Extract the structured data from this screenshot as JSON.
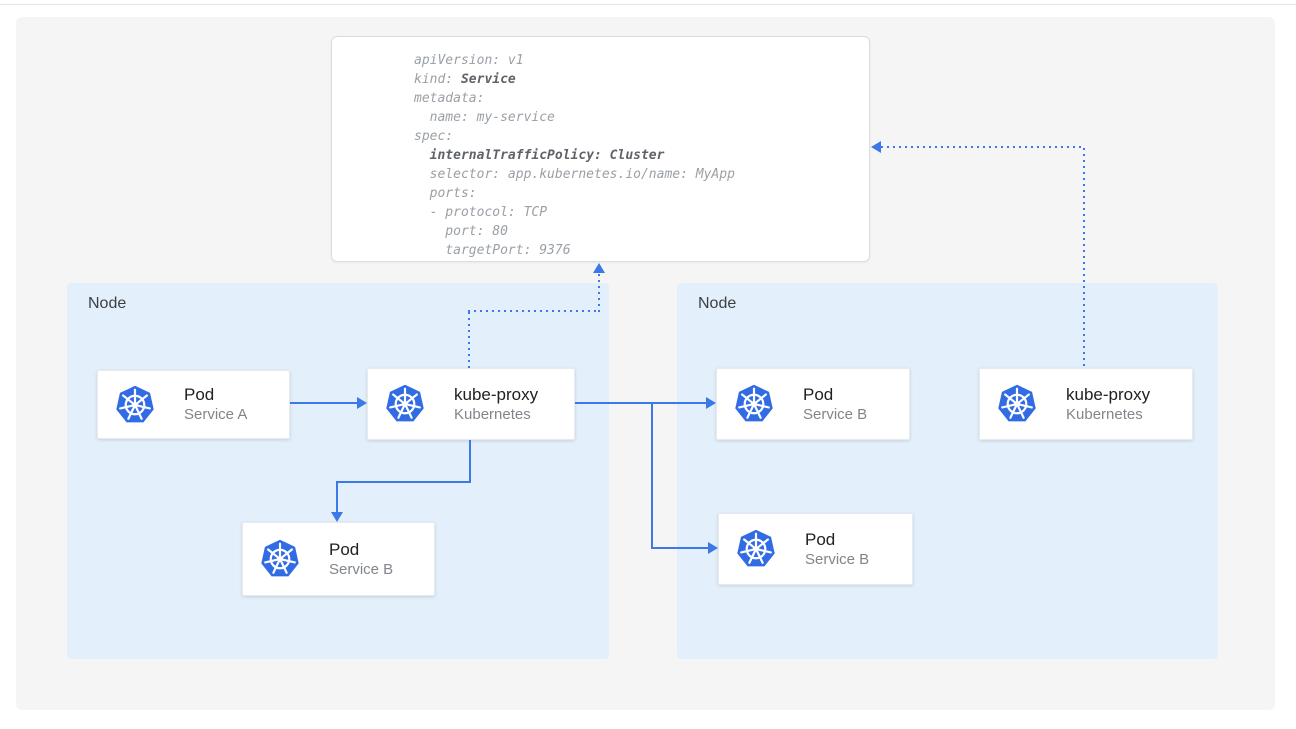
{
  "yaml_card": {
    "lines": [
      [
        {
          "t": "apiVersion: v1",
          "b": false
        }
      ],
      [
        {
          "t": "kind: ",
          "b": false
        },
        {
          "t": "Service",
          "b": true
        }
      ],
      [
        {
          "t": "metadata:",
          "b": false
        }
      ],
      [
        {
          "t": "  name: my-service",
          "b": false
        }
      ],
      [
        {
          "t": "spec:",
          "b": false
        }
      ],
      [
        {
          "t": "  ",
          "b": false
        },
        {
          "t": "internalTrafficPolicy: Cluster",
          "b": true
        }
      ],
      [
        {
          "t": "  selector: app.kubernetes.io/name: MyApp",
          "b": false
        }
      ],
      [
        {
          "t": "  ports:",
          "b": false
        }
      ],
      [
        {
          "t": "  - protocol: TCP",
          "b": false
        }
      ],
      [
        {
          "t": "    port: 80",
          "b": false
        }
      ],
      [
        {
          "t": "    targetPort: 9376",
          "b": false
        }
      ]
    ]
  },
  "nodes": {
    "left": {
      "label": "Node"
    },
    "right": {
      "label": "Node"
    }
  },
  "cards": {
    "pod_a": {
      "title": "Pod",
      "subtitle": "Service A"
    },
    "kube_proxy_left": {
      "title": "kube-proxy",
      "subtitle": "Kubernetes"
    },
    "pod_b_left": {
      "title": "Pod",
      "subtitle": "Service B"
    },
    "pod_b_right_top": {
      "title": "Pod",
      "subtitle": "Service B"
    },
    "pod_b_right_bottom": {
      "title": "Pod",
      "subtitle": "Service B"
    },
    "kube_proxy_right": {
      "title": "kube-proxy",
      "subtitle": "Kubernetes"
    }
  },
  "icons": {
    "kubernetes": "kubernetes-helm-wheel"
  },
  "colors": {
    "arrow_blue": "#3b78e8",
    "kubernetes_blue": "#326ce5",
    "node_background": "#e3f0fc",
    "canvas_background": "#f5f5f5",
    "yaml_regular_text": "#9aa0a6",
    "yaml_bold_text": "#5f6368"
  }
}
